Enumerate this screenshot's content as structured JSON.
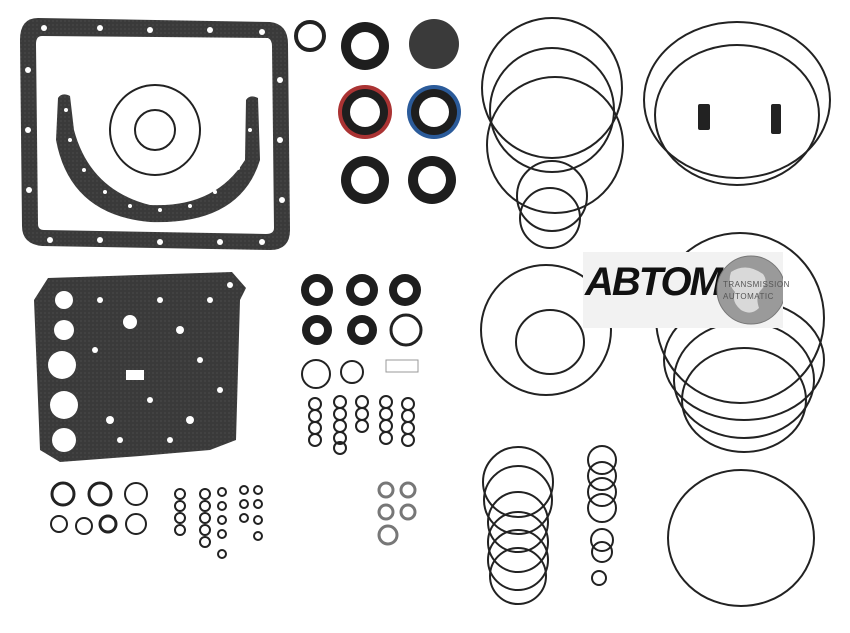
{
  "photo": {
    "subject": "transmission overhaul gasket and seal kit",
    "background_color": "#ffffff",
    "part_color": "#222222"
  },
  "logo": {
    "main_text": "ABTOMAT",
    "sub_line_1": "TRANSMISSION",
    "sub_line_2": "AUTOMATIC"
  }
}
